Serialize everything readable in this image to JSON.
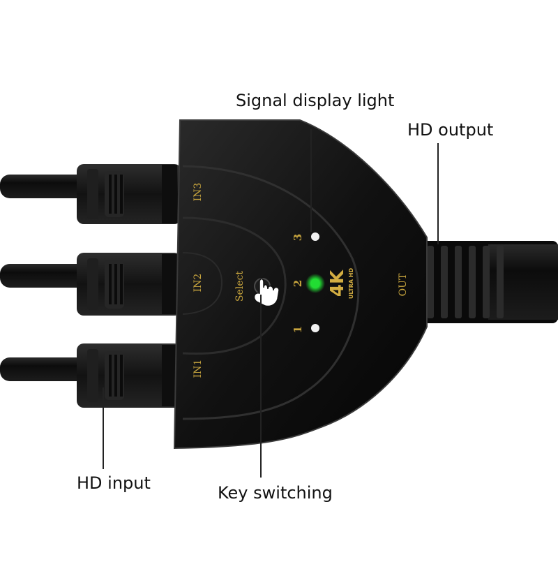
{
  "callouts": {
    "signal_display_light": "Signal display light",
    "hd_output": "HD output",
    "hd_input": "HD input",
    "key_switching": "Key switching"
  },
  "device": {
    "port_in1": "IN1",
    "port_in2": "IN2",
    "port_in3": "IN3",
    "port_out": "OUT",
    "select_label": "Select",
    "led_1": "1",
    "led_2": "2",
    "led_3": "3",
    "logo_main": "4K",
    "logo_sub": "ULTRA HD",
    "active_input": 2,
    "colors": {
      "body": "#141414",
      "label_gold": "#c9a63e",
      "led_active": "#22dd33",
      "led_idle": "#f2f2f2"
    }
  }
}
